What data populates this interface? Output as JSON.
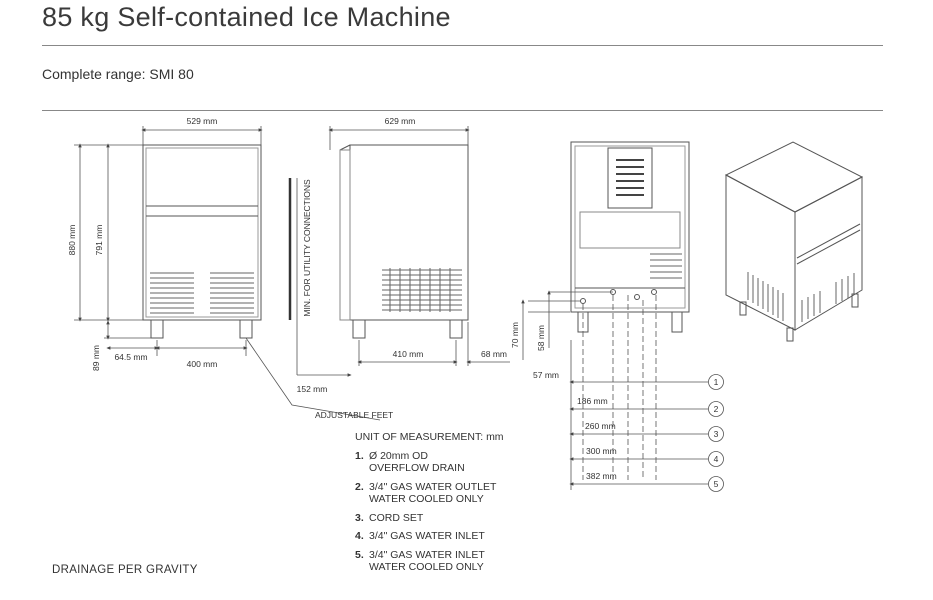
{
  "header": {
    "title": "85 kg Self-contained Ice Machine",
    "subtitle": "Complete range: SMI 80"
  },
  "dimensions": {
    "front_width": "529 mm",
    "side_depth": "629 mm",
    "total_height": "880 mm",
    "body_height": "791 mm",
    "feet_height": "89 mm",
    "foot_offset": "64.5 mm",
    "foot_spacing": "400 mm",
    "side_foot_spacing": "410 mm",
    "side_rear_offset": "68 mm",
    "utility_clearance": "152 mm",
    "utility_label": "MIN. FOR UTILITY CONNECTIONS",
    "adjustable_feet": "ADJUSTABLE FEET",
    "rear_70": "70 mm",
    "rear_58": "58 mm",
    "rear_57": "57 mm",
    "rear_186": "186 mm",
    "rear_260": "260 mm",
    "rear_300": "300 mm",
    "rear_382": "382 mm"
  },
  "callouts": [
    "1",
    "2",
    "3",
    "4",
    "5"
  ],
  "legend": {
    "unit": "UNIT OF MEASUREMENT: mm",
    "items": [
      {
        "num": "1.",
        "text": "Ø 20mm OD\nOVERFLOW DRAIN"
      },
      {
        "num": "2.",
        "text": "3/4\" GAS WATER OUTLET\nWATER COOLED ONLY"
      },
      {
        "num": "3.",
        "text": "CORD SET"
      },
      {
        "num": "4.",
        "text": "3/4\" GAS WATER INLET"
      },
      {
        "num": "5.",
        "text": "3/4\" GAS WATER INLET\nWATER COOLED ONLY"
      }
    ]
  },
  "footer": {
    "drainage": "DRAINAGE PER GRAVITY"
  }
}
